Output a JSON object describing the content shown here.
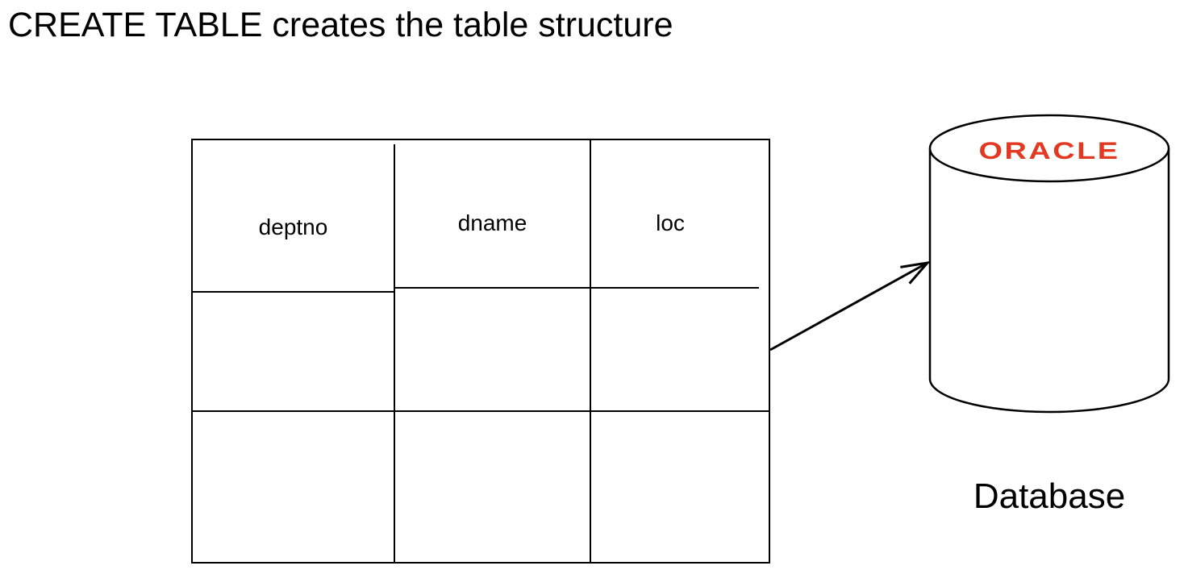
{
  "title": "CREATE TABLE creates the table structure",
  "table": {
    "columns": [
      "deptno",
      "dname",
      "loc"
    ],
    "empty_body_rows": 2
  },
  "database": {
    "logo_text": "ORACLE",
    "logo_color": "#E23A22",
    "label": "Database"
  },
  "colors": {
    "background": "#FFFFFF",
    "line": "#000000",
    "text": "#000000"
  }
}
